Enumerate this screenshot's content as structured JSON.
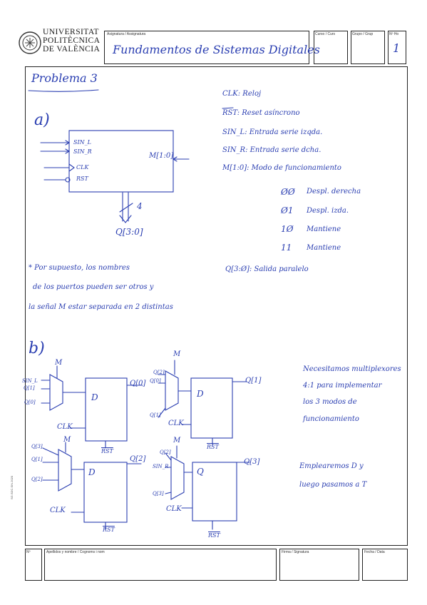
{
  "header": {
    "university_line1": "UNIVERSITAT",
    "university_line2": "POLITÈCNICA",
    "university_line3": "DE VALÈNCIA",
    "subject_label": "Asignatura / Assignatura",
    "subject_value": "Fundamentos de Sistemas Digitales",
    "course_label": "Curso / Curs",
    "group_label": "Grupo / Grup",
    "sheet_no_label": "Nº Ho",
    "sheet_no_value": "1"
  },
  "problem_title": "Problema 3",
  "part_a": {
    "label": "a)",
    "block_inputs": [
      "SIN_L",
      "SIN_R",
      "CLK",
      "RST"
    ],
    "block_mode_input": "M[1:0]",
    "bus_width": "4",
    "output": "Q[3:0]",
    "legend": [
      "CLK: Reloj",
      "RST: Reset asíncrono",
      "SIN_L: Entrada serie izqda.",
      "SIN_R: Entrada serie dcha.",
      "M[1:0]: Modo de funcionamiento"
    ],
    "modes": [
      {
        "code": "ØØ",
        "desc": "Despl. derecha"
      },
      {
        "code": "Ø1",
        "desc": "Despl. izda."
      },
      {
        "code": "1Ø",
        "desc": "Mantiene"
      },
      {
        "code": "11",
        "desc": "Mantiene"
      }
    ],
    "output_desc": "Q[3:Ø]: Salida paralelo",
    "note_lines": [
      "* Por supuesto, los nombres",
      "de los puertos pueden ser otros y",
      "la señal M estar separada en 2 distintas"
    ]
  },
  "part_b": {
    "label": "b)",
    "note1_lines": [
      "Necesitamos multiplexores",
      "4:1 para implementar",
      "los 3 modos de",
      "funcionamiento"
    ],
    "note2_lines": [
      "Emplearemos D y",
      "luego pasamos a T"
    ],
    "flipflops": [
      {
        "mux_sel": "M",
        "mux_inputs": [
          "SIN_L",
          "Q[1]",
          "Q[0]"
        ],
        "ff_type": "D",
        "output": "Q[0]",
        "clk": "CLK",
        "rst": "RST"
      },
      {
        "mux_sel": "M",
        "mux_inputs": [
          "Q[2]",
          "Q[0]",
          "Q[1]"
        ],
        "ff_type": "D",
        "output": "Q[1]",
        "clk": "CLK",
        "rst": "RST"
      },
      {
        "mux_sel": "M",
        "mux_inputs": [
          "Q[3]",
          "Q[1]",
          "Q[2]"
        ],
        "ff_type": "D",
        "output": "Q[2]",
        "clk": "CLK",
        "rst": "RST"
      },
      {
        "mux_sel": "M",
        "mux_inputs": [
          "Q[2]",
          "SIN_R",
          "Q[3]"
        ],
        "ff_type": "Q",
        "output": "Q[3]",
        "clk": "CLK",
        "rst": "RST"
      }
    ]
  },
  "footer": {
    "num_label": "Nº",
    "name_label": "Apellidos y nombre / Cognoms i nom",
    "signature_label": "Firma / Signatura",
    "date_label": "Fecha / Data"
  },
  "side_code": "SG.SDC.SIN.2020"
}
